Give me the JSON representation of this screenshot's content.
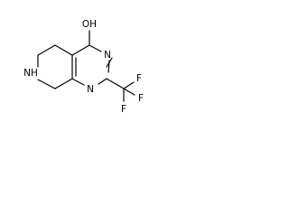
{
  "structure": {
    "atoms": {
      "hydroxyl": "OH",
      "ring_nitrogen_top": "N",
      "ring_nitrogen_bottom": "N",
      "amine": "NH",
      "fluorine_top": "F",
      "fluorine_right": "F",
      "fluorine_bottom": "F"
    }
  }
}
